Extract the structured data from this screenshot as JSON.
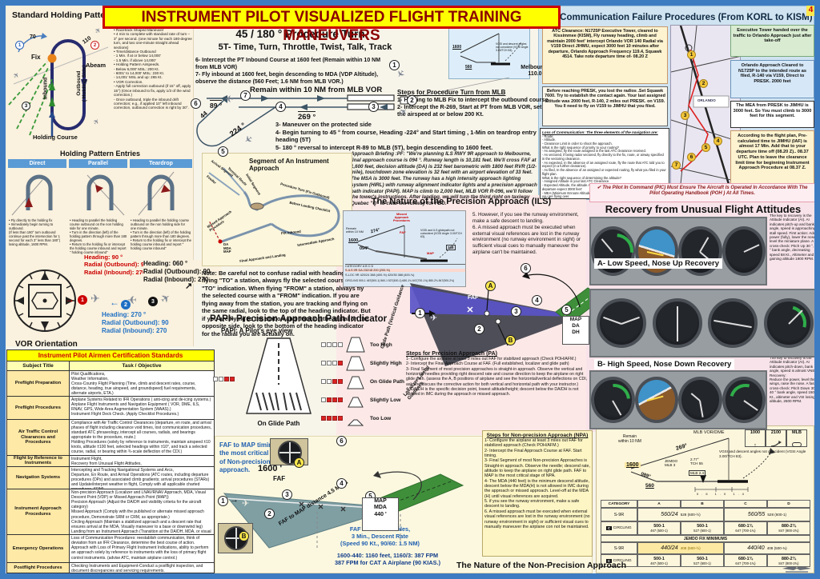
{
  "icons": {
    "airplane": "✈",
    "arrow_right": "→",
    "arrow_left": "←",
    "arrow_up": "↑",
    "arrow_ne": "↗"
  },
  "page": {
    "number": "4",
    "title": "INSTRUMENT PILOT VISUALIZED FLIGHT TRAINING MANEUVERS"
  },
  "marks": {
    "m1": "1",
    "m2": "2",
    "m3": "3",
    "m4": "4",
    "m5": "5",
    "m6": "6",
    "m7": "7",
    "a": "A",
    "b": "B",
    "c": "C"
  },
  "holding": {
    "title": "Standard Holding Pattern",
    "bullets": "• Racetrack Shaped Maneuver\n• 4 min to complete with standard rate of turn – 3° per second. (one minute for each 180-degree turn, and two one-minute straight ahead sections)\n• Time/distance Outbound\n- 1 Min. if at or below 14,000'\n- 1.5 Min. if above 14,000'\n• Holding Pattern Airspeeds.\n- Below 6,000' MSL: 200 Kt.\n- 6001' to 14,000' MSL: 230 Kt.\n- 14,001' MSL and up: 265 Kt.\n• VOR Correction.\n- Apply full correction outbound (if 15° off, apply 15°) (Once inbound to fix, apply 1/3 of the wind correction.)\n- Once outbound, triple the inbound drift correction; e.g., if applied 10° left inbound correction, outbound correction is right by 30°.",
    "deg70": "70",
    "deg110": "110",
    "fix": "Fix",
    "abeam": "Abeam",
    "inbound": "Inbound",
    "outbound": "Outbound\n( Holding Side)",
    "course": "Holding Course",
    "entries_title": "Holding Pattern Entries",
    "entries": [
      {
        "name": "Direct",
        "text": "• Fly directly to the holding fix\n• Immediately begin turning to outbound.\n(If less than 180° turn outbound continue past the intersection for 1 second for each 3° less than 180°) losing altitude, 1600 RPM."
      },
      {
        "name": "Parallel",
        "text": "• Heading to parallel the holding course outbound on the non holding side for one minute.\n• Turn in the direction (left) of the holding pattern through more than 180 degrees.\n• Return to the holding fix or intercept the holding course inbound and report \" holding course inbound\""
      },
      {
        "name": "Teardrop",
        "text": "• Heading to parallel the holding course outbound on the non holding side for one minute.\n• Turn in the direction (left) of the holding pattern through more than 180 degrees.\n• Return to the holding fix or intercept the holding course inbound and report \" holding course inbound\""
      }
    ]
  },
  "vor": {
    "title": "VOR Orientation",
    "a1": "Heading: 90 °\nRadial (Outbound): 90\nRadial (Inbound): 270",
    "a2": "Heading: 270 °\nRadial (Outbound): 90\nRadial (Inbound): 270",
    "a3": "Heading: 060 °\nRadial (Outbound): 90\nRadial (Inbound): 270"
  },
  "acs": {
    "title": "Instrument Pilot Airmen Certification Standards",
    "col1": "Subject Title",
    "col2": "Task / Objective",
    "rows": [
      {
        "subject": "Preflight Preparation",
        "task": "Pilot Qualifications,\nWeather Information,\nCross-Country Flight Planning (Time, climb and descent rates, course, distance, heading, true airspeed, and groundspeed) fuel requirements, alternate airports, ETA.)"
      },
      {
        "subject": "Preflight Procedures",
        "task": "Airplane Systems Related to IFR Operations ( anti-icing and de-icing systems.)\nAirplane Flight Instruments and Navigation Equipment ( VOR, DME, ILS, RNAV, GPS, Wide Area Augmentation System (WAAS).)\nInstrument Flight Deck Check. (Apply Checklist Procedures.)"
      },
      {
        "subject": "Air Traffic Control Clearances and Procedures",
        "task": "Compliance with Air Traffic Control Clearances (departure, en route, and arrival phases of flight including clearance void times, lost communication procedures, standard ATC phraseology, intercept all courses, radials, and bearings appropriate to the procedure, route.)\nHolding Procedures (solely by reference to instruments, maintain airspeed ±10 knots, altitude ±100 feet, selected headings within ±10°, and track a selected course, radial, or bearing within ¾-scale deflection of the CDI.)"
      },
      {
        "subject": "Flight by Reference to Instruments",
        "task": "Instrument Flight,\nRecovery from Unusual Flight Attitudes,"
      },
      {
        "subject": "Navigation Systems",
        "task": "Intercepting and Tracking Navigational Systems and Arcs,\nDeparture, En Route, and Arrival Operations (ATC routes, including departure procedures (DPs) and associated climb gradients; arrival procedures (STARs) and Update/interpret weather in flight, Comply with all applicable charted procedures, SRM)"
      },
      {
        "subject": "Instrument Approach Procedures",
        "task": "Non-precision Approach (Localizer and LNAV/RNAV Approach, MDA, Visual Descent Point (VDP) or Missed Approach Point (MAP))\nPrecision Approach (Adjust the DA/DH and visibility criteria for the aircraft category)\nMissed Approach (Comply with the published or alternate missed approach procedure, Demonstrate SRM or CRM, as appropriate.)\nCircling Approach (Maintain a stabilized approach and a descent rate that ensures arrival at the MDA,  Visually maneuver to a base or downwind leg)\nLanding from an Instrument Approach (Transition at the DA/DH, MDA, or visual descent point (VDP) to a visual flight condition, allowing for safe visual maneuvering)"
      },
      {
        "subject": "Emergency Operations",
        "task": "Loss of Communication Procedures: reestablish communication, think of deviation from an IFR Clearance, determine the best course of action.\nApproach with Loss of Primary Flight Instrument Indications, ability to perform an approach solely by reference to instruments with the loss of primary flight control instruments. (advise ATC, maintain airplane control.)"
      },
      {
        "subject": "Postflight Procedures",
        "task": "Checking Instruments and Equipment-Conduct a postflight inspection, and document discrepancies and servicing requirements."
      }
    ]
  },
  "pt": {
    "title": "45 / 180 ° Procedure Turn",
    "subtitle": "5T- Time, Turn, Throttle, Twist, Talk, Track",
    "lines67": "6- Intercept the PT Inbound Course at 1600 feet  (Remain within 10 NM from MLB VOR)\n7- Fly inbound at 1600 feet, begin descending to MDA (VDP Altitude), observe the distance (560 Feet; 1.6 NM from MLB VOR.)",
    "remain": "Remain within 10 NM from MLB VOR",
    "melbourne": "Melbourne\n110.0",
    "deg89": "89 °",
    "deg44": "44",
    "deg224": "224 °",
    "deg269": "269 °",
    "steps_title": "Steps for Procedure Turn from MLB",
    "steps": "1- Homing to MLB Fix to intercept the outbound course\n2- Intercept the R-269, Start at PT from MLB VOR, set the airspeed at or below 200 Kt.",
    "notes": "3- Maneuver on the protected side\n4- Begin turning to 45 °  from course, Heading -224°  and  Start timing , 1-Min on teardrop entry heading (5T)\n5- 180 °  reversal to intercept R-89 to MLB (5T), begin descending to 1600 feet.",
    "briefing": "Approach Briefing :PF: \"We're planning ILS RWY 9R approach to Melbourne, final approach course is 094 °. Runway length is 10,181 feet. We'll cross FAF at 1,600 feet, decision altitude (DA) is 232 feet barometric with 1800 feet RVR (1/2-mile), touchdown zone elevation is 32 feet with an airport elevation of 33 feet. The MSA is 3000 feet. The runway has a high intensity approach lighting system (HIRL) with runway alignment indicator lights and a precision approach path indicator (PAPI). MAP is climb to 2,000 feet, MLB VOR R-096, we'll follow the tower's instructions. After landing, we will turn the third right on taxiway Quebec \"Q\" to clear the runway for FBO."
  },
  "segment": {
    "title": "Segment of An Instrument Approach",
    "l1": "Arrival  Segment",
    "l2": "Feeder",
    "l3": "Terminal Route",
    "l4": "Initial Segment",
    "l5": "Procedure Turn (Fix Outbound)",
    "l6": "Before Landing Checklist",
    "l7": "FIX inbound",
    "l8": "Missed Approach Procedure",
    "l9": "DA\nMDA\nMAP",
    "l10": "Final Approach and Landing",
    "l11": "Intermediate  Approach"
  },
  "note": "Note: Be careful not to confuse radial with heading. When flying \"TO\" a station, always fly the selected course with a \"TO\" indication. When flying \"FROM\" a station, always fly the selected course with a \"FROM\" indication. If you are flying away from the station, you are tracking and flying on the same radial, look to the top of the heading indicator. But if you are flying to the station and tracking the radial on the opposite side, look to the bottom of the heading indicator for the radial you are actually on.",
  "ifr": {
    "title": "IFR Communication Failure Procedures  (From KORL to KISM)",
    "atc": "ATC Clearance: N1725P Executive Tower, cleared to Kissimmee (KISM), Fly runway heading, climb and maintain 2000 feet' intercept Orlando VOR 140 Radial via V159 Direct JIHMU, expect 3000 feet 10 minutes after departure, Orlando Approach Frequency 119.4, Squawk 4514. Take note departure time of- 08.20 Z",
    "tower": "Executive Tower handed over the traffic to Orlando Approach just after take-off",
    "cleared": "Orlando Approach Cleared to N1725P to the intended route as filed, R-140 via V159, Direct to PRESK. 2000 feet",
    "mea": "The MEA from PRESK to JIMHU is 3000 feet. So You must climb to 3000 feet for this segment.",
    "lost": "Before reaching PRESK, you lost the radios .Set Squawk 7600.  Try to establish the contact again.  Your last assigned altitude  was 2000 feet, R-140, 2 miles out PRESK. on V159. You ll need to fly on V159 to JIMHU that you filed.",
    "map_label": "ORLANDO",
    "loc_title": "Loss of Communication:  The three elements of the navigation are:",
    "loc_body": "- Route:\n- Altitude.\n- Clearance Limit in order to shoot the approach.\nWhat is the right sequence of priority to your routing?\n- As assigned, fly the route assigned in the last ATC clearance received.\n- As vectored, if being radar vectored, fly directly to the fix, route, or airway specified in the vectoring clearance.\n- As expected, In the absence of an assigned route, fly the route that ATC told you to expect (in a further clearance).\n- As filed, In the absence of an assigned or expected routing, fly what you filed in your flight plan.\nWhat is the right sequence of determining the altitude?\n- Assigned Altitude in your last ATC Clearance.\n- Expected Altitude, the altitude ATS has told you to expect, e.g., '10 Min. after departure expect 3000 feet'\n- MEA (Minimum Enroute Altitude) - The minimum enroute altitude for the segment you are flying over.",
    "plan": "According to the flight plan, Pre-calculated time to JIMHU (IAF) is almost 17 Min. Add that to your departure time off (08.20 Z).. 08.37 UTC. Plan to leave the clearance limit time for beginning Instrument Approach Procedure at 08.37 Z.",
    "pic": "✔  The Pilot In Command (PIC) Must Ensure The Aircraft Is Operated In Accordance With The Pilot Operating Handbook (POH ) At All Times."
  },
  "recovery": {
    "title": "Recovery from Unusual Flight Attitudes",
    "label_a": "A- Low Speed, Nose Up Recovery",
    "label_b": "B- High Speed, Nose Down Recovery",
    "text_a": "The key to recovery is the Attitude Indicator (AI). AI indicates pitch-up and bank angle, speed is approaching stall speed. First action: Add power (fully), lower the nose, level the miniature plane. A fast cross-check: Pitch Up 30 °, 40 ° bank angle, decreasing speed 58 Kt.,  Altimeter and VSI gaining altitude 1900 RPM.",
    "text_b": "The key to recovery is the Attitude Indicator (AI). AI indicates pitch-down, bank angle, speed is almost VNE. Recovery:\nReduce the power, level the wings, raise the nose. A fast cross-check: Pitch Down 30 °, 40 ° bank angle, speed 150 Kt.,  altimeter and VSI losing altitude, 2600 RPM."
  },
  "ils": {
    "title": "The Nature of the Precision Approach (ILS)",
    "text56": "5. However, if you see the runway environment, make a safe descent to landing.\n6. A missed approach must be executed when external visual references are lost in the runway environment (no runway environment in sight) or sufficient visual cues to manually maneuver the airplane can't be maintained.",
    "chart": {
      "remain": "Remain\nwithin 10 NM",
      "missed": "Missed\nApproach\nProcedures",
      "c274": "274°",
      "c094": "094°",
      "a1600": "1600",
      "a268": "268",
      "faf": "FAF",
      "map": "MAP",
      "vgsi": "VGSI and ILS glidepath not coincident (VGSI Angle 3.00/TCH 63).",
      "cat": "CATEGORY      A          B          C          D",
      "r1": "S-ILS 9R        DA  232/18  200 (200-½)",
      "r2": "S-LOC 9R   420/24  388 (400-½)    420/35  388 (400-¾)",
      "r3": "CIRCLING  500-1 467(500-1)  560-1 527(600-1)  680-1¾ 647(700-1¾)  880-2¾ 847(900-2¾)"
    },
    "faf": "FAF",
    "map_box": "MAP\nDA\nDH",
    "glide_label": "Glide Path (Vertical Guidance",
    "loc_label": "Localizer  Lateral Guidance",
    "steps_title": "Steps for Precision Approach (PA)",
    "steps": "1- Configure the airplane at least 3 miles out FAF for stabilized approach (Check POH/AFM.)\n2- Intercept the Final Approach Course at FAF. (Full established, localizer and glide path)\n3- Final Segment of most precision approaches is straight-in approach. Observe the vertical and horizontal needles providing right descend rate and course direction to keep the airplane on right glide path. (assess the A, B positions of airplane and see the horizontal/vertical deflections on CDI, ask and discuss the corrective action for both vertical and horizontal path with your instructor.)\n4- DA/DH is the specific decision point, lowest altitude/height; descent below the DA/DH is not allowed in IMC during the approach or missed approach."
  },
  "papi": {
    "title": "PAPI- Precision Approach Path Indicator",
    "subtitle": "PAPI: A Pilot's eye view",
    "rows": [
      {
        "label": "Too High",
        "whites": 4
      },
      {
        "label": "Slightly High",
        "whites": 3
      },
      {
        "label": "On Glide Path",
        "whites": 2
      },
      {
        "label": "Slightly Low",
        "whites": 1
      },
      {
        "label": "Too Low",
        "whites": 0
      }
    ],
    "caption": "On Glide Path"
  },
  "npa": {
    "intro": "FAF to MAP timing is the most critical stage of Non-precision approach.",
    "alt": "1600 '",
    "faf": "FAF",
    "map_box": "MAP\nMDA\n440 '",
    "dist": "FAF to MAP distance 4.5 Miles",
    "calc1": "FAF to MAP 4.5 Miles,\n3 Min., Descent Rate\n(Speed 90 Kt., 90/60: 1.5 NM)",
    "calc2": "1600-440: 1160 feet, 1160/3: 387 FPM\n387 FPM for CAT A Airplane (90 KIAS.)",
    "steps_title": "Steps for Non-precision Approach (NPA)",
    "steps": "1- Configure the airplane at least 3 miles out FAF for stabilized approach (Check POH/AFM.)\n2- Intercept the Final Approach Course at FAF. Start timing.\n3- Final Segment of most Non-precision Approaches is  Straight-in approach. Observe the needle; descend rate, altitude to keep the airplane on right glide path. FAF to MAP is the most critical stage of NPA.\n4- The MDA (440 feet) is the minimum descend altitude, descent below the MDA(H) is not allowed in IMC during the approach or missed approach. Level-off at the MDA (H) until visual references are acquired.\n5. if you see the runway environment, make a safe descent to landing.\n6. A missed approach must be executed when external visual references are lost in the runway environment (no runway environment in sight) or sufficient visual cues to manually maneuver the airplane con not be maintained.",
    "title2": "The Nature of the Non-Precision Approach"
  },
  "minimums": {
    "profile": {
      "remain": "Remain\nwithin 10 NM",
      "vor": "MLB VOR/DME",
      "c269": "269°",
      "c089": "089°",
      "jemdo": "JEMDO\nMLB 3",
      "tch": "2.77°\nTCH 55",
      "mlb24": "MLB 2.4",
      "a1600": "1600",
      "a560": "560",
      "b1000": "1000",
      "b2100": "2100",
      "bmlb": "MLB",
      "scale": "0.6  1.0  1.4",
      "vgsi": "VGSI and descent angles not coincident (VGSI Angle 3.00/TCH 83)."
    },
    "table": {
      "header": [
        "CATEGORY",
        "A",
        "B",
        "C",
        "D"
      ],
      "s9r_label": "S-9R",
      "circ_label": "CIRCLING",
      "r1ab": "560/24",
      "r1ab2": "528 (600-½)",
      "r1cd": "560/55",
      "r1cd2": "528 (600-1)",
      "circ": [
        [
          "500-1",
          "467 (500-1)"
        ],
        [
          "560-1",
          "527 (600-1)"
        ],
        [
          "680-1¾",
          "647 (700-1¾)"
        ],
        [
          "880-2¾",
          "847 (900-2¾)"
        ]
      ],
      "band": "JEMDO FIX MINIMUMS",
      "r2ab": "440/24",
      "r2ab2": "408 (500-½)",
      "r2cd": "440/40",
      "r2cd2": "408 (500-¾)"
    }
  }
}
